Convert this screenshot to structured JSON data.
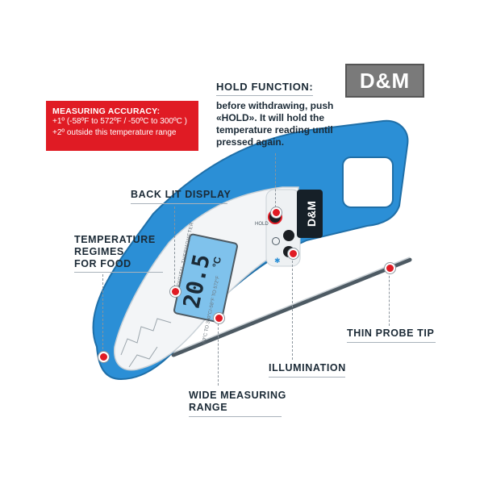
{
  "brand": {
    "logo_text": "D&M"
  },
  "accuracy": {
    "heading": "MEASURING ACCURACY:",
    "line1": "+1º (-58ºF to 572ºF / -50ºC to 300ºC )",
    "line2": "+2º outside this temperature range"
  },
  "hold": {
    "title": "HOLD FUNCTION:",
    "description": "before withdrawing, push «HOLD». It will hold the temperature reading until pressed again."
  },
  "labels": {
    "back_lit_display": "BACK LIT DISPLAY",
    "temperature_regimes_line1": "TEMPERATURE",
    "temperature_regimes_line2": "REGIMES",
    "temperature_regimes_line3": "FOR FOOD",
    "thin_probe_tip": "THIN PROBE TIP",
    "illumination": "ILLUMINATION",
    "wide_measuring_line1": "WIDE MEASURING",
    "wide_measuring_line2": "RANGE"
  },
  "device": {
    "display_reading": "20.5",
    "display_unit": "°C",
    "display_caption": "DIGITAL THERMOMETER",
    "range_text": "-50°C TO 300°C/-58°F TO 572°F",
    "hold_button_label": "HOLD",
    "handle_logo": "D&M"
  },
  "colors": {
    "body_blue": "#2b8fd6",
    "accent_red": "#e01b24",
    "display_blue": "#7fc2ec",
    "text_dark": "#1b2a36"
  }
}
